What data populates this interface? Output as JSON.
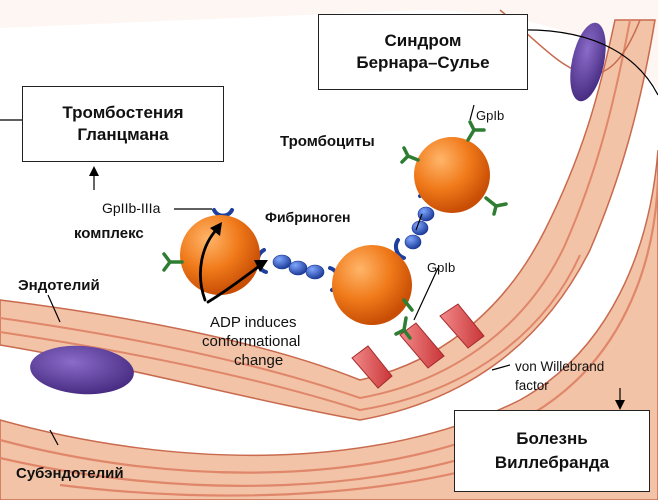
{
  "labels": {
    "glanzmann_line1": "Тромбостения",
    "glanzmann_line2": "Гланцмана",
    "bernard_line1": "Синдром",
    "bernard_line2": "Бернара–Сулье",
    "vwd_line1": "Болезнь",
    "vwd_line2": "Виллебранда",
    "platelets": "Тромбоциты",
    "gpib_top": "GpIb",
    "gpib_mid": "GpIb",
    "fibrinogen": "Фибриноген",
    "gpiib_line1": "GpIIb-IIIa",
    "gpiib_line2": "комплекс",
    "endothelium": "Эндотелий",
    "subendothelium": "Субэндотелий",
    "adp_line1": "ADP induces",
    "adp_line2": "conformational",
    "adp_line3": "change",
    "vwf_line1": "von Willebrand",
    "vwf_line2": "factor"
  },
  "colors": {
    "vessel_wall": "#f2c3a6",
    "vessel_stripe": "#e0866a",
    "vessel_outline": "#c96a4e",
    "nucleus": "#5b3a9c",
    "platelet": "#f07a1a",
    "platelet_dark": "#c84e05",
    "receptor_green": "#2e7d32",
    "fibrinogen_blue": "#1f4fb5",
    "vwf_red": "#d9484a"
  }
}
